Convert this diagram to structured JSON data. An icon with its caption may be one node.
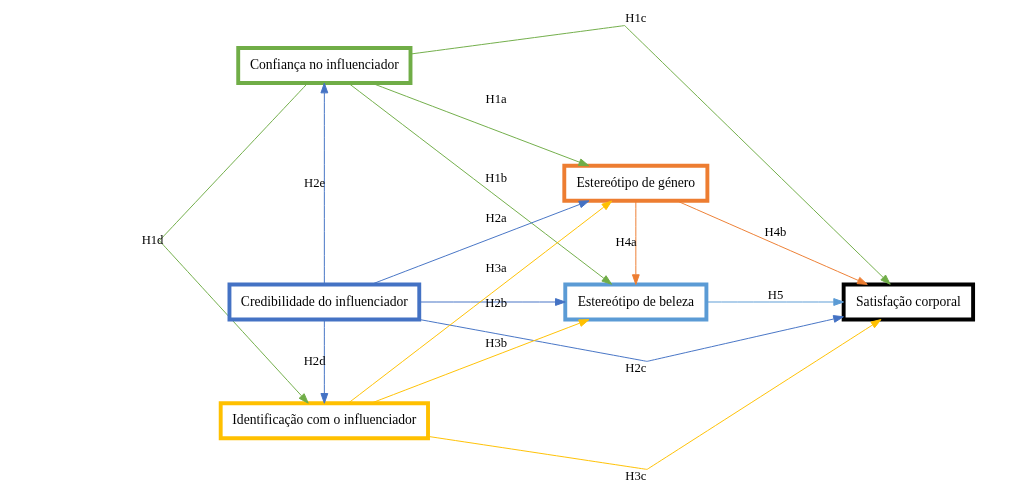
{
  "diagram": {
    "nodes": [
      {
        "text": [
          "Confiança no influenciador"
        ]
      },
      {
        "text": [
          "Estereótipo de género"
        ]
      },
      {
        "text": [
          "Credibilidade do influenciador"
        ]
      },
      {
        "text": [
          "Satisfação corporal"
        ]
      },
      {
        "text": [
          "Identificação com o influenciador"
        ]
      },
      {
        "text": [
          "Estereótipo de beleza"
        ]
      }
    ],
    "edges": [
      {
        "from": 0,
        "to": 1,
        "arrow": "to",
        "label": "H1a",
        "color": "#70ad47"
      },
      {
        "from": 0,
        "to": 3,
        "arrow": "to",
        "label": "H1c",
        "color": "#70ad47"
      },
      {
        "from": 0,
        "to": 5,
        "arrow": "to",
        "label": "H1b",
        "color": "#70ad47"
      },
      {
        "from": 0,
        "to": 4,
        "arrow": "to",
        "label": "H1d",
        "color": "#70ad47"
      },
      {
        "from": 2,
        "to": 0,
        "arrow": "to",
        "label": "H2e",
        "color": "#4472c4"
      },
      {
        "from": 2,
        "to": 1,
        "arrow": "to",
        "label": "H2a",
        "color": "#4472c4"
      },
      {
        "from": 2,
        "to": 3,
        "arrow": "to",
        "label": "H2c",
        "color": "#4472c4"
      },
      {
        "from": 2,
        "to": 5,
        "arrow": "to",
        "label": "H2b",
        "color": "#4472c4"
      },
      {
        "from": 2,
        "to": 4,
        "arrow": "to",
        "label": "H2d",
        "color": "#4472c4"
      },
      {
        "from": 4,
        "to": 1,
        "arrow": "to",
        "label": "H3a",
        "color": "#ffc000"
      },
      {
        "from": 4,
        "to": 3,
        "arrow": "to",
        "label": "H3c",
        "color": "#ffc000"
      },
      {
        "from": 4,
        "to": 5,
        "arrow": "to",
        "label": "H3b",
        "color": "#ffc000"
      },
      {
        "from": 1,
        "to": 3,
        "arrow": "to",
        "label": "H4b",
        "color": "#ed7d31"
      },
      {
        "from": 1,
        "to": 5,
        "arrow": "to",
        "label": "H4a",
        "color": "#ed7d31"
      },
      {
        "from": 5,
        "to": 3,
        "arrow": "to",
        "label": "H5",
        "color": "#5b9bd5"
      }
    ]
  }
}
